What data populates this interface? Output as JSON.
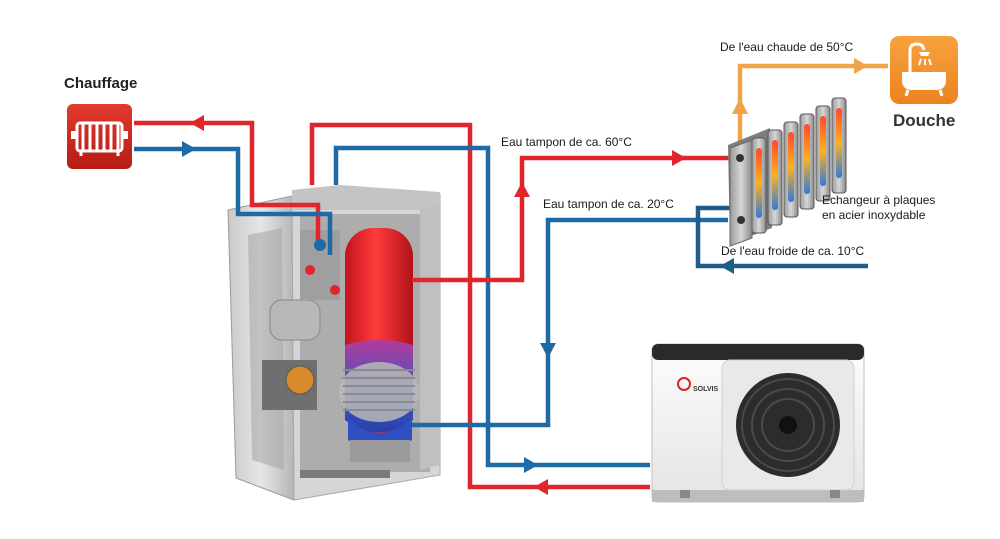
{
  "labels": {
    "heating": "Chauffage",
    "shower": "Douche",
    "hot_water": "De l'eau chaude de 50°C",
    "buffer_60": "Eau tampon de ca. 60°C",
    "buffer_20": "Eau tampon de ca. 20°C",
    "exchanger_line1": "Echangeur à plaques",
    "exchanger_line2": "en acier inoxydable",
    "cold_water": "De l'eau froide de ca. 10°C",
    "brand": "SOLVIS"
  },
  "colors": {
    "hot_pipe": "#e0252b",
    "cold_pipe": "#1d6aa5",
    "domestic_hot_pipe": "#f0a347",
    "cold_inlet_pipe": "#1e5d86",
    "heating_tile": "#c8251d",
    "shower_tile": "#f29331"
  },
  "icons": [
    "radiator-icon",
    "bathtub-shower-icon",
    "fan-icon",
    "flow-arrow-icon"
  ]
}
